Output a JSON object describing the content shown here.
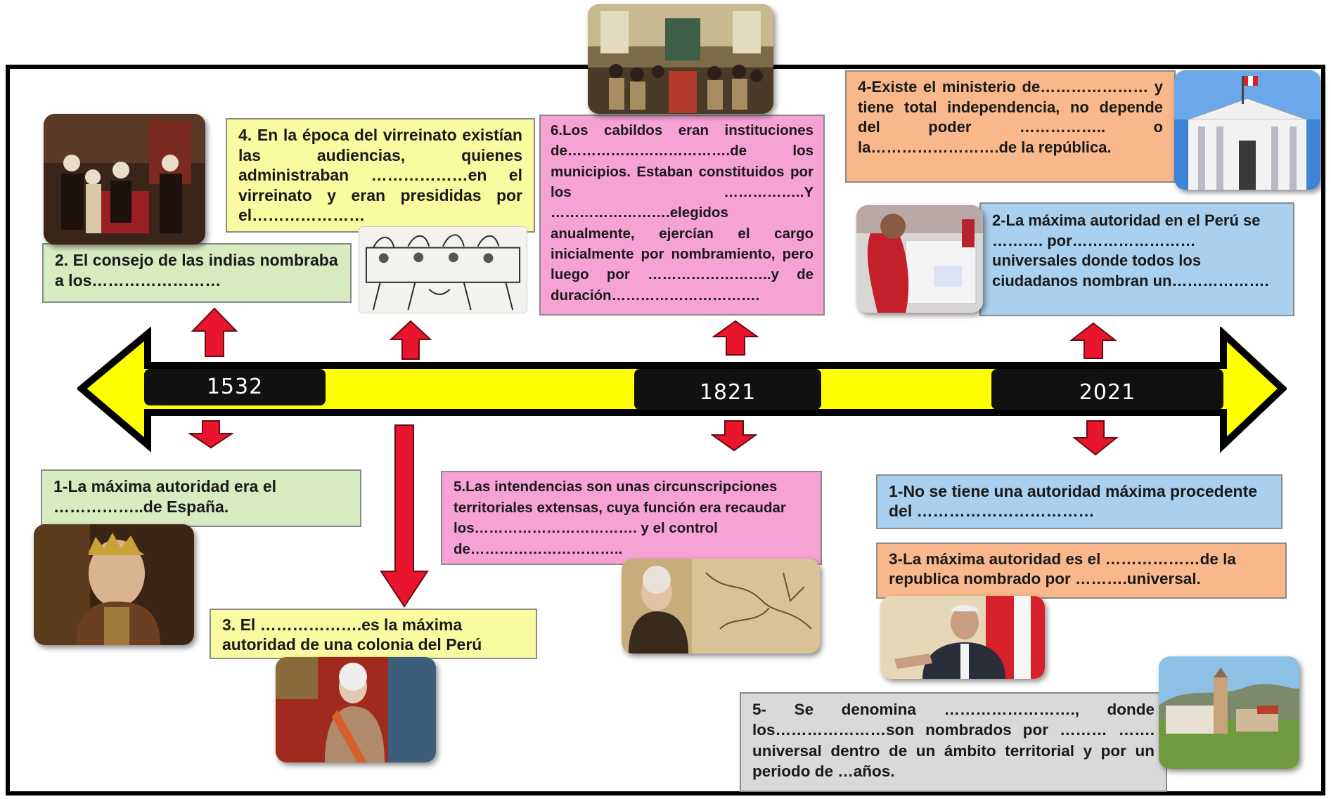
{
  "timeline": {
    "years": [
      "1532",
      "1821",
      "2021"
    ]
  },
  "colors": {
    "green": "#d6ecc0",
    "yellow": "#fafaa0",
    "pink": "#f7a2d5",
    "orange": "#f9b88b",
    "blue": "#a9d0ee",
    "gray": "#d9d9d9",
    "arrow_red": "#e8152c",
    "timeline_yellow": "#ffff00"
  },
  "colonial_top": {
    "consejo": "2. El consejo de las indias nombraba a los……………………",
    "audiencias": "4. En la época del virreinato existían las audiencias, quienes administraban ………………en el virreinato y eran presididas por el…………………"
  },
  "colonial_bottom": {
    "autoridad": "1-La máxima autoridad era el ……………..de España.",
    "virrey": "3. El ……………….es la máxima autoridad de una colonia del Perú"
  },
  "center_top": {
    "cabildos": "6.Los cabildos eran instituciones de…………………………….de los municipios. Estaban constituidos por los ……………..Y …………………….elegidos anualmente, ejercían el cargo inicialmente por nombramiento, pero luego por ……………………..y de duración…………………………."
  },
  "center_bottom": {
    "intendencias": "5.Las intendencias son unas circunscripciones territoriales extensas, cuya función era recaudar los……………………………. y el control de………………………….."
  },
  "republic_top": {
    "ministerio": "4-Existe el ministerio de………………… y tiene total independencia, no depende del poder …………….. o la…………………….de la república.",
    "elecciones": "2-La máxima autoridad en el Perú se ………. por…………………… universales donde todos los ciudadanos nombran un………………."
  },
  "republic_bottom": {
    "procedente": "1-No se tiene una autoridad máxima procedente del ……………………………",
    "presidente": "3-La máxima autoridad es el ………………de la republica nombrado por ……….universal.",
    "municipio": "5- Se denomina ……………………., donde los…………………son nombrados por ……… ……. universal dentro de un ámbito territorial y por un periodo de …años."
  },
  "images": [
    "cabildo-painting",
    "council-of-indies-painting",
    "audiencia-engraving",
    "ballot-box-photo",
    "palace-of-justice-photo",
    "king-portrait",
    "viceroy-portrait",
    "intendente-portrait",
    "president-photo",
    "town-plaza-photo"
  ]
}
